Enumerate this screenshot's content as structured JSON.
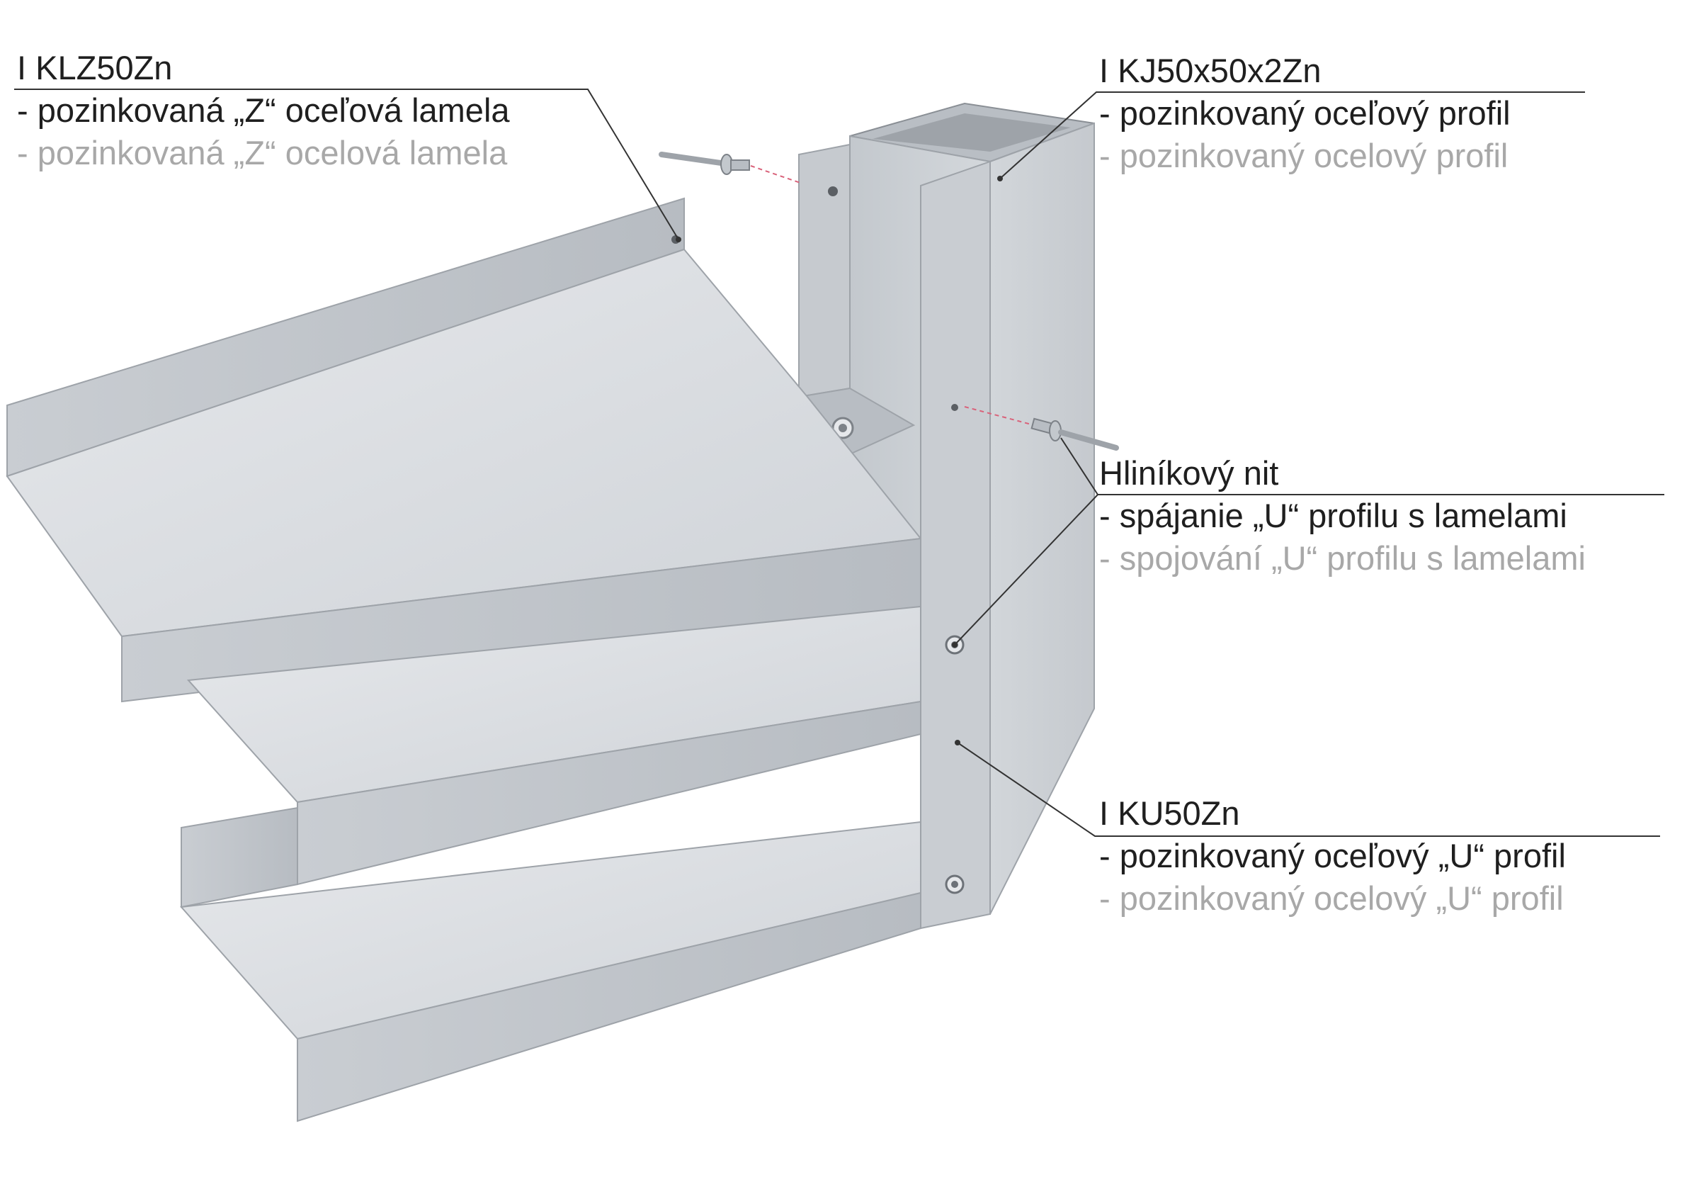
{
  "colors": {
    "metal_light": "#dcdfe3",
    "metal_mid": "#c7cbd0",
    "metal_dark": "#a9aeb4",
    "edge": "#8a8f95",
    "text_primary": "#1f1f1f",
    "text_secondary": "#a8a8a8",
    "leader": "#333333",
    "rivet_guide": "#d9627a"
  },
  "labels": {
    "klz": {
      "code": "I KLZ50Zn",
      "sk": "- pozinkovaná „Z“ oceľová lamela",
      "cz": "- pozinkovaná „Z“ ocelová lamela"
    },
    "kj": {
      "code": "I KJ50x50x2Zn",
      "sk": "- pozinkovaný oceľový profil",
      "cz": "- pozinkovaný ocelový profil"
    },
    "rivet": {
      "code": "Hliníkový nit",
      "sk": "- spájanie „U“ profilu s lamelami",
      "cz": "- spojování „U“ profilu s lamelami"
    },
    "ku": {
      "code": "I KU50Zn",
      "sk": "- pozinkovaný oceľový „U“ profil",
      "cz": "- pozinkovaný ocelový „U“ profil"
    }
  }
}
